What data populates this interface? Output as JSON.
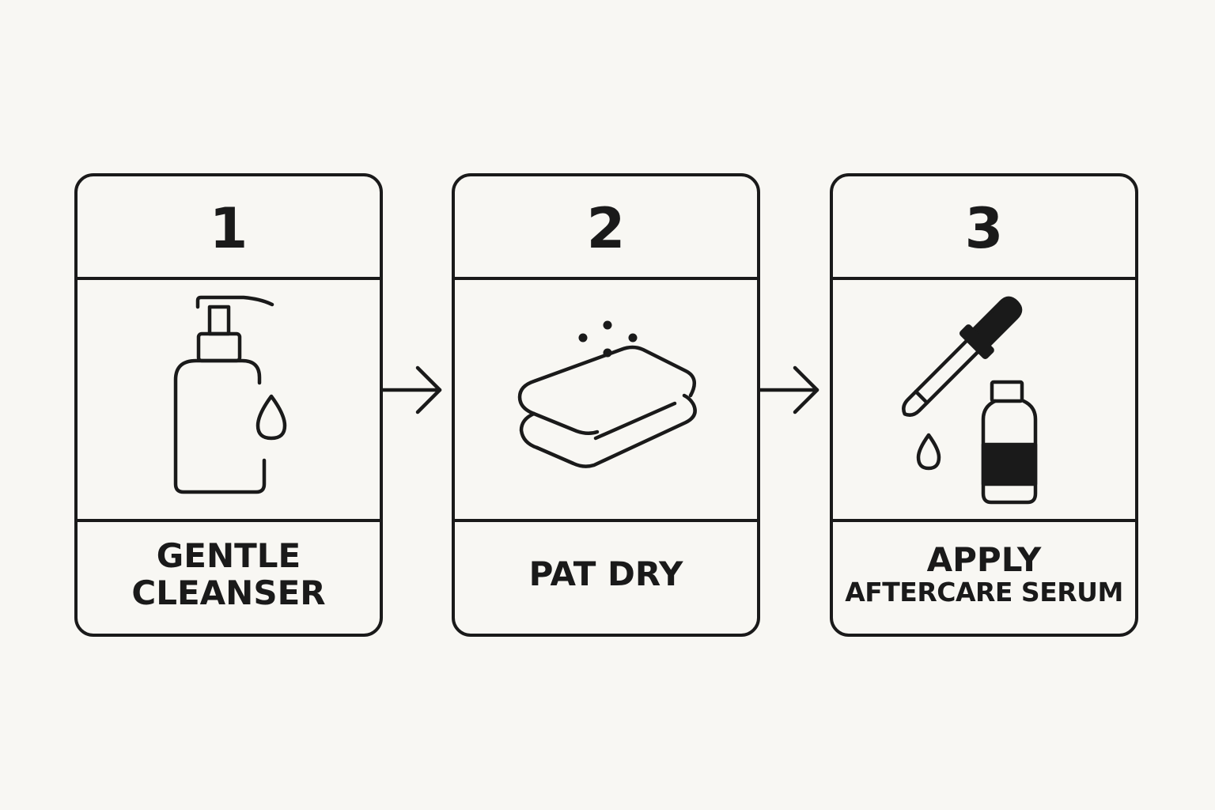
{
  "steps": [
    {
      "number": "1",
      "label_line1": "GENTLE",
      "label_line2": "CLEANSER",
      "icon": "pump-bottle-icon"
    },
    {
      "number": "2",
      "label_line1": "PAT DRY",
      "label_line2": "",
      "icon": "folded-towel-icon"
    },
    {
      "number": "3",
      "label_line1": "APPLY",
      "label_line2": "AFTERCARE SERUM",
      "icon": "dropper-bottle-icon"
    }
  ],
  "colors": {
    "background": "#f8f7f3",
    "ink": "#1a1a1a"
  }
}
